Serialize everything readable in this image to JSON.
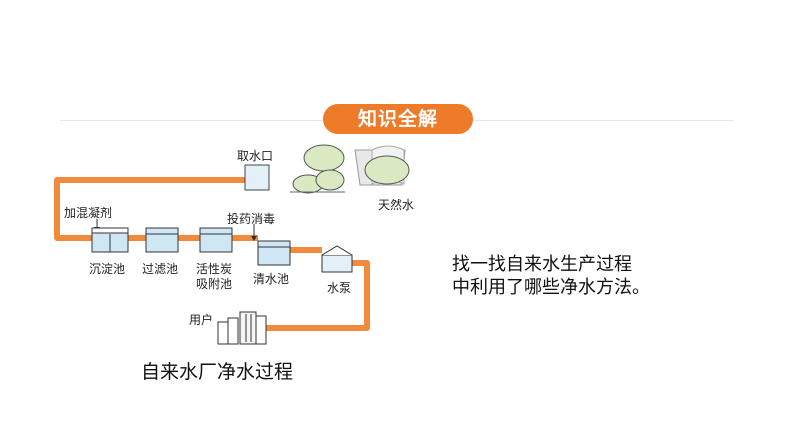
{
  "header": {
    "badge": "知识全解"
  },
  "diagram": {
    "labels": {
      "intake": "取水口",
      "nature": "天然水",
      "coagulant": "加混凝剂",
      "disinfect": "投药消毒",
      "sedimentation": "沉淀池",
      "filter": "过滤池",
      "carbon_1": "活性炭",
      "carbon_2": "吸附池",
      "clean_tank": "清水池",
      "pump": "水泵",
      "user": "用户"
    },
    "pipe_color": "#f08a3c",
    "tank_water_color": "#cfe6f5",
    "hill_color": "#d9eac2"
  },
  "caption": "自来水厂净水过程",
  "question": {
    "line1": "找一找自来水生产过程",
    "line2": "中利用了哪些净水方法。"
  }
}
